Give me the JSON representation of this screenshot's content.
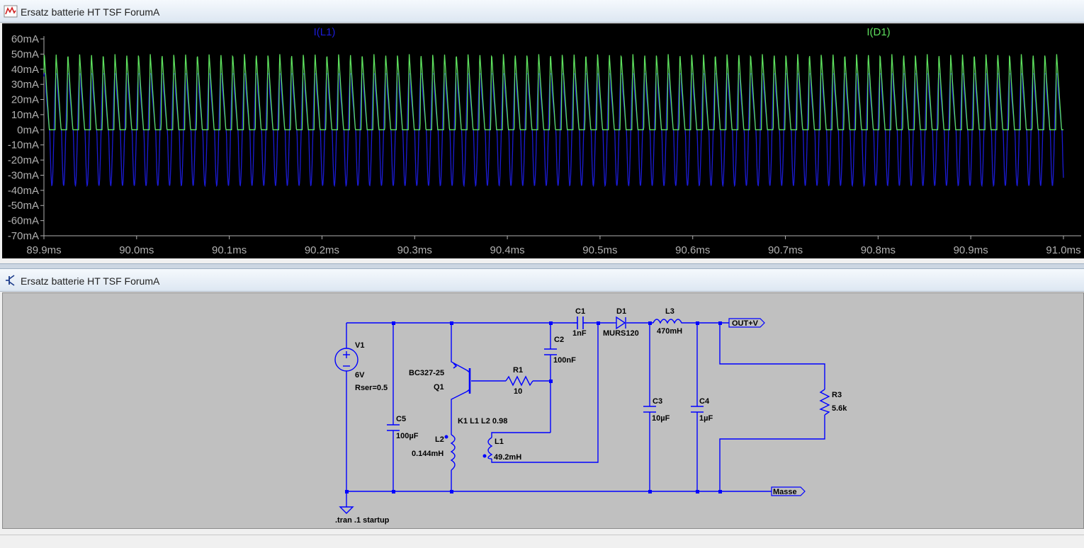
{
  "plot_window": {
    "title": "Ersatz batterie HT TSF ForumA",
    "icon": "waveform-icon"
  },
  "schematic_window": {
    "title": "Ersatz batterie HT TSF ForumA",
    "icon": "transistor-icon"
  },
  "colors": {
    "trace_l1": "#1b1bd6",
    "trace_d1": "#5ee05e",
    "plot_background": "#000000",
    "axis": "#b0b0b0",
    "wire": "#0000ff",
    "schematic_background": "#c0c0c0"
  },
  "chart_data": {
    "type": "line",
    "series": [
      {
        "name": "I(L1)",
        "color": "#1b1bd6",
        "peak_mA": 37,
        "trough_mA": -37
      },
      {
        "name": "I(D1)",
        "color": "#5ee05e",
        "peak_mA": 50,
        "trough_mA": 0
      }
    ],
    "period_ms": 0.0127,
    "xlim": [
      89.9,
      91.0
    ],
    "ylim": [
      -70,
      60
    ],
    "x_ticks": [
      "89.9ms",
      "90.0ms",
      "90.1ms",
      "90.2ms",
      "90.3ms",
      "90.4ms",
      "90.5ms",
      "90.6ms",
      "90.7ms",
      "90.8ms",
      "90.9ms",
      "91.0ms"
    ],
    "y_ticks": [
      "60mA",
      "50mA",
      "40mA",
      "30mA",
      "20mA",
      "10mA",
      "0mA",
      "-10mA",
      "-20mA",
      "-30mA",
      "-40mA",
      "-50mA",
      "-60mA",
      "-70mA"
    ],
    "grid": false
  },
  "schematic": {
    "V1": {
      "name": "V1",
      "value": "6V",
      "extra": "Rser=0.5"
    },
    "Q1": {
      "model": "BC327-25",
      "name": "Q1"
    },
    "R1": {
      "name": "R1",
      "value": "10"
    },
    "C1": {
      "name": "C1",
      "value": "1nF"
    },
    "C2": {
      "name": "C2",
      "value": "100nF"
    },
    "D1": {
      "name": "D1",
      "model": "MURS120"
    },
    "L3": {
      "name": "L3",
      "value": "470mH"
    },
    "C3": {
      "name": "C3",
      "value": "10µF"
    },
    "C4": {
      "name": "C4",
      "value": "1µF"
    },
    "R3": {
      "name": "R3",
      "value": "5.6k"
    },
    "C5": {
      "name": "C5",
      "value": "100µF"
    },
    "L2": {
      "name": "L2",
      "value": "0.144mH"
    },
    "L1": {
      "name": "L1",
      "value": "49.2mH"
    },
    "K1": "K1 L1 L2  0.98",
    "out_label": "OUT+V",
    "gnd_label": "Masse",
    "directive": ".tran .1 startup"
  }
}
